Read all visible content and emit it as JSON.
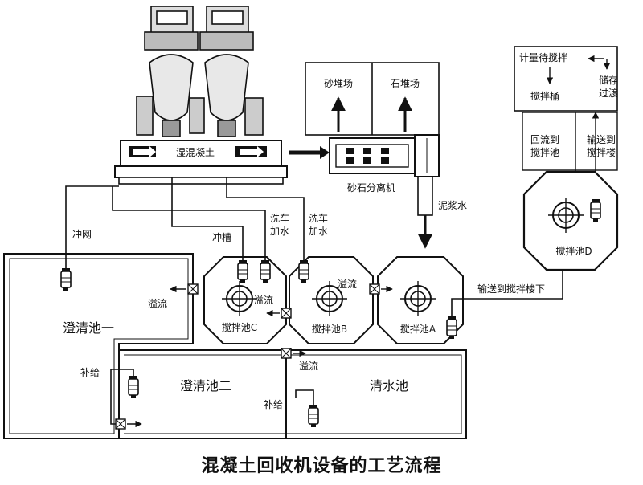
{
  "title": "混凝土回收机设备的工艺流程",
  "labels": {
    "sand_yard": "砂堆场",
    "stone_yard": "石堆场",
    "wet_concrete": "湿混凝土",
    "separator": "砂石分离机",
    "slurry": "泥浆水",
    "flush_screen": "冲网",
    "flush_trough": "冲槽",
    "wash_add_1": [
      "洗车",
      "加水"
    ],
    "wash_add_2": [
      "洗车",
      "加水"
    ],
    "tank_c": "搅拌池C",
    "tank_b": "搅拌池B",
    "tank_a": "搅拌池A",
    "tank_d": "搅拌池D",
    "clarifier_1": "澄清池一",
    "clarifier_2": "澄清池二",
    "clear_pool": "清水池",
    "overflow_1": "溢流",
    "overflow_2": "溢流",
    "overflow_3": "溢流",
    "overflow_4": "溢流",
    "supply_1": "补给",
    "supply_2": "补给",
    "to_plant_below": "输送到搅拌楼下",
    "meter": "计量待搅拌",
    "mixer_bucket": "搅拌桶",
    "storage": [
      "储存",
      "过渡"
    ],
    "return_to": [
      "回流到",
      "搅拌池"
    ],
    "send_to": [
      "输送到",
      "搅拌楼"
    ]
  }
}
